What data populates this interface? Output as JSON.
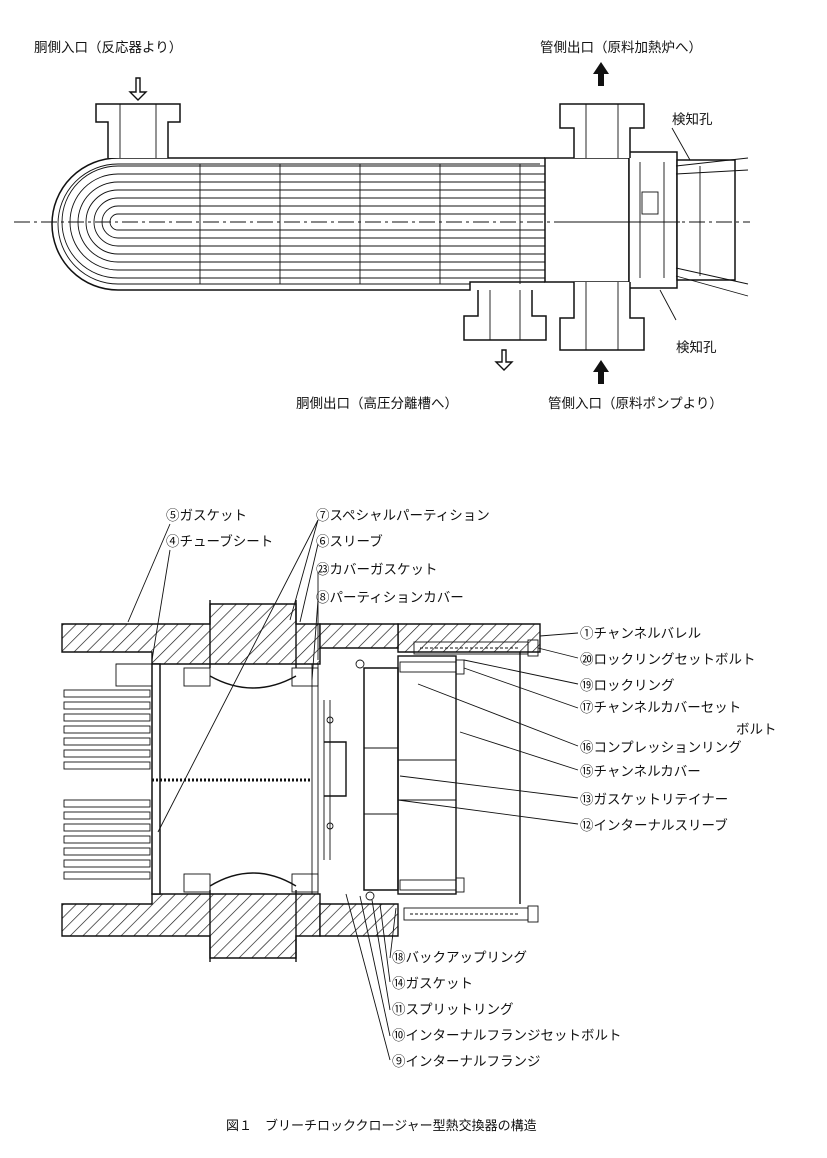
{
  "top_view": {
    "labels": {
      "shell_inlet": "胴側入口（反応器より）",
      "tube_outlet": "管側出口（原料加熱炉へ）",
      "inspection_hole_top": "検知孔",
      "inspection_hole_bottom": "検知孔",
      "shell_outlet": "胴側出口（高圧分離槽へ）",
      "tube_inlet": "管側入口（原料ポンプより）"
    }
  },
  "detail_view": {
    "parts_left": [
      {
        "id": "gasket_5",
        "text": "⑤ガスケット"
      },
      {
        "id": "tubesheet_4",
        "text": "④チューブシート"
      }
    ],
    "parts_top": [
      {
        "id": "special_partition_7",
        "text": "⑦スペシャルパーティション"
      },
      {
        "id": "sleeve_6",
        "text": "⑥スリーブ"
      },
      {
        "id": "cover_gasket_23",
        "text": "㉓カバーガスケット"
      },
      {
        "id": "partition_cover_8",
        "text": "⑧パーティションカバー"
      }
    ],
    "parts_right": [
      {
        "id": "channel_barrel_1",
        "text": "①チャンネルバレル"
      },
      {
        "id": "lockring_setbolt_20",
        "text": "⑳ロックリングセットボルト"
      },
      {
        "id": "lockring_19",
        "text": "⑲ロックリング"
      },
      {
        "id": "channel_cover_setbolt_17",
        "text": "⑰チャンネルカバーセット"
      },
      {
        "id": "channel_cover_setbolt_17b",
        "text": "ボルト"
      },
      {
        "id": "compression_ring_16",
        "text": "⑯コンプレッションリング"
      },
      {
        "id": "channel_cover_15",
        "text": "⑮チャンネルカバー"
      },
      {
        "id": "gasket_retainer_13",
        "text": "⑬ガスケットリテイナー"
      },
      {
        "id": "internal_sleeve_12",
        "text": "⑫インターナルスリーブ"
      }
    ],
    "parts_bottom": [
      {
        "id": "backup_ring_18",
        "text": "⑱バックアップリング"
      },
      {
        "id": "gasket_14",
        "text": "⑭ガスケット"
      },
      {
        "id": "split_ring_11",
        "text": "⑪スプリットリング"
      },
      {
        "id": "internal_flange_setbolt_10",
        "text": "⑩インターナルフランジセットボルト"
      },
      {
        "id": "internal_flange_9",
        "text": "⑨インターナルフランジ"
      }
    ]
  },
  "caption": "図１　ブリーチロッククロージャー型熱交換器の構造"
}
